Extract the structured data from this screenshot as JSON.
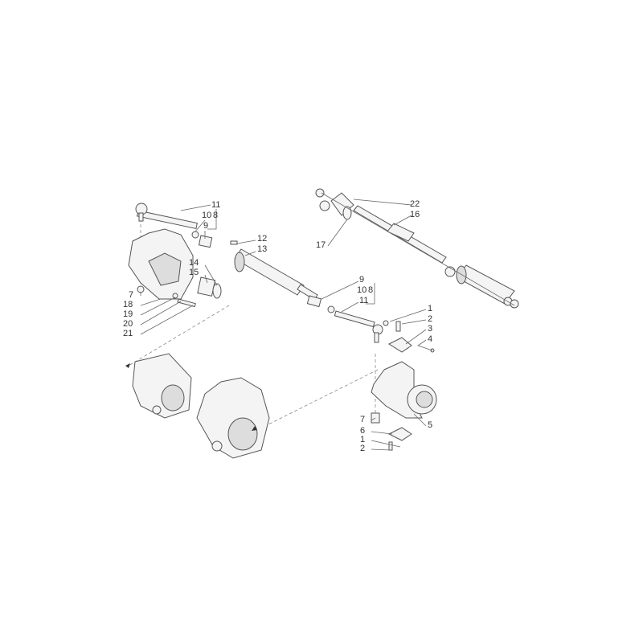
{
  "title": "Steering cylinder and steering knuckle exploded parts diagram",
  "left_group": {
    "labels": [
      "11",
      "10",
      "8",
      "9",
      "12",
      "13",
      "14",
      "15",
      "7",
      "18",
      "19",
      "20",
      "21"
    ]
  },
  "top_right_group": {
    "labels": [
      "22",
      "16",
      "17"
    ]
  },
  "middle_group": {
    "labels": [
      "9",
      "10",
      "8",
      "11"
    ]
  },
  "right_group": {
    "labels": [
      "1",
      "2",
      "3",
      "4",
      "5",
      "7",
      "6",
      "1",
      "2"
    ]
  }
}
